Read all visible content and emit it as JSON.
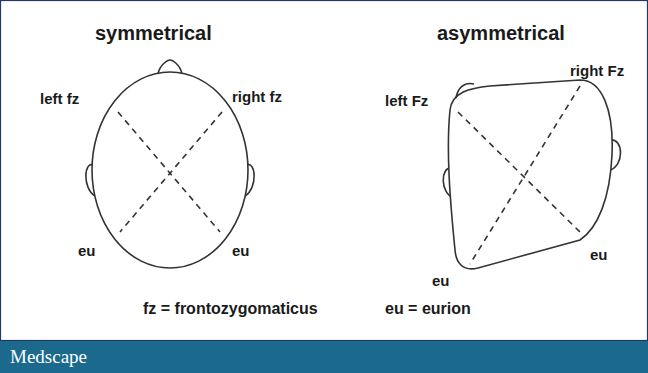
{
  "diagram": {
    "nodes": [
      {
        "text": [
          "Medscape"
        ]
      }
    ],
    "labels": [
      "symmetrical",
      "asymmetrical",
      "left fz",
      "right fz",
      "eu",
      "eu",
      "left Fz",
      "right Fz",
      "eu",
      "eu",
      "fz = frontozygomaticus",
      "eu = eurion"
    ]
  }
}
